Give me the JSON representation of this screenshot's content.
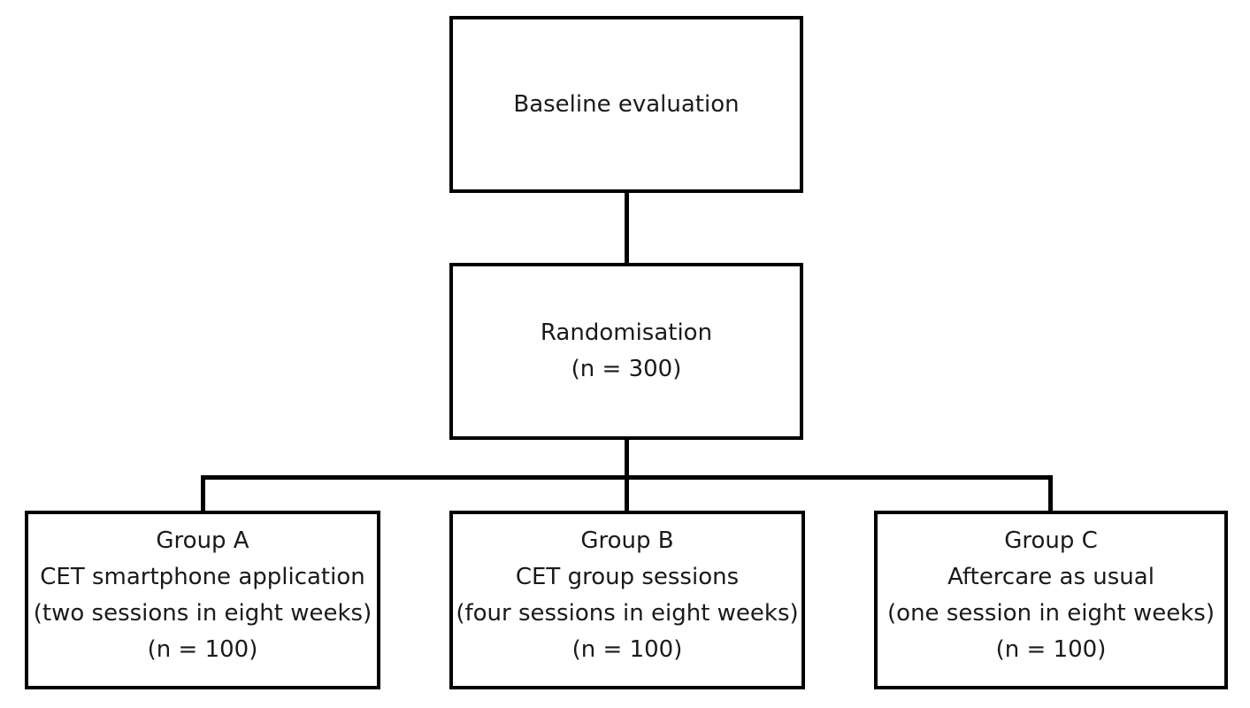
{
  "baseline": {
    "label": "Baseline evaluation"
  },
  "randomisation": {
    "label": "Randomisation",
    "count": "(n = 300)"
  },
  "groups": [
    {
      "name": "Group A",
      "intervention": "CET smartphone application",
      "schedule": "(two sessions in eight weeks)",
      "count": "(n = 100)"
    },
    {
      "name": "Group B",
      "intervention": "CET group sessions",
      "schedule": "(four sessions in eight weeks)",
      "count": "(n = 100)"
    },
    {
      "name": "Group C",
      "intervention": "Aftercare as usual",
      "schedule": "(one session in eight weeks)",
      "count": "(n = 100)"
    }
  ]
}
